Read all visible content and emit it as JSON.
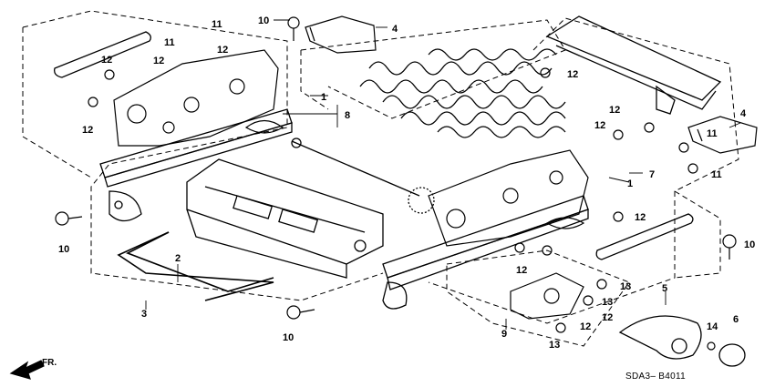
{
  "diagram": {
    "callouts": {
      "c1_top": "1",
      "c1_mid": "1",
      "c2": "2",
      "c3": "3",
      "c4_top": "4",
      "c4_right": "4",
      "c5": "5",
      "c6": "6",
      "c7": "7",
      "c8": "8",
      "c9": "9",
      "c10_topleft": "10",
      "c10_left": "10",
      "c10_bottom": "10",
      "c10_right": "10",
      "c11_a": "11",
      "c11_b": "11",
      "c11_c": "11",
      "c11_d": "11",
      "c12_a": "12",
      "c12_b": "12",
      "c12_c": "12",
      "c12_d": "12",
      "c12_e": "12",
      "c12_f": "12",
      "c12_g": "12",
      "c12_h": "12",
      "c12_i": "12",
      "c12_j": "12",
      "c12_k": "12",
      "c13_a": "13",
      "c13_b": "13",
      "c13_c": "13",
      "c14": "14"
    },
    "diagram_code": "SDA3– B4011",
    "front_label": "FR."
  }
}
